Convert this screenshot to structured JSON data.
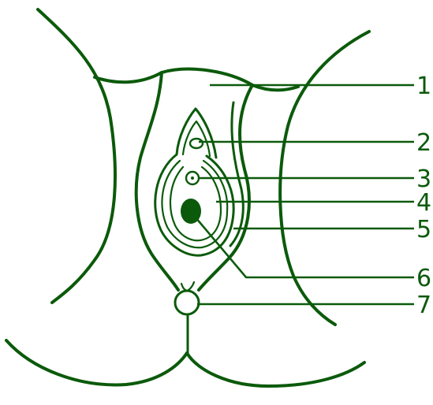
{
  "diagram": {
    "line_color": "#0b5a0b",
    "background": "#ffffff",
    "labels": [
      {
        "id": "1",
        "text": "1"
      },
      {
        "id": "2",
        "text": "2"
      },
      {
        "id": "3",
        "text": "3"
      },
      {
        "id": "4",
        "text": "4"
      },
      {
        "id": "5",
        "text": "5"
      },
      {
        "id": "6",
        "text": "6"
      },
      {
        "id": "7",
        "text": "7"
      }
    ]
  }
}
